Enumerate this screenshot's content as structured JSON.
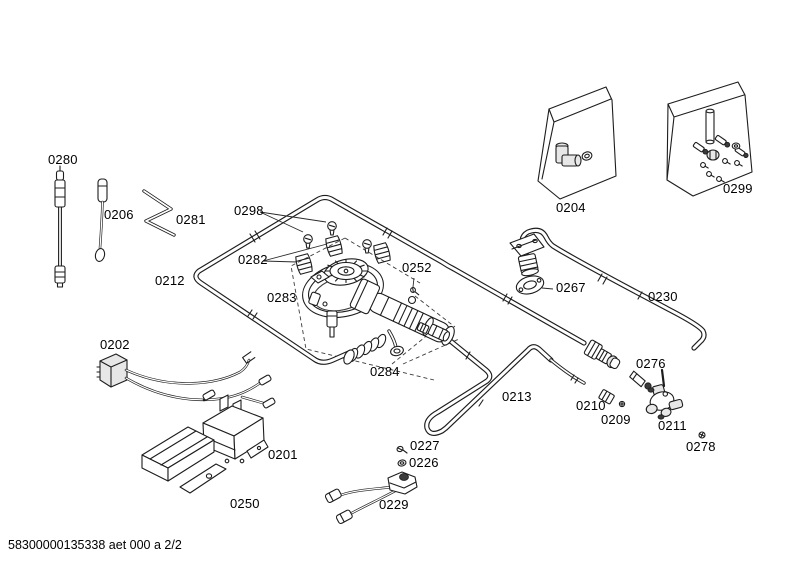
{
  "colors": {
    "background": "#ffffff",
    "line": "#1d1d1d",
    "text": "#000000"
  },
  "footer": {
    "doc_code": "58300000135338 aet 000 a 2/2"
  },
  "parts": {
    "p0201": {
      "label": "0201"
    },
    "p0202": {
      "label": "0202"
    },
    "p0204": {
      "label": "0204"
    },
    "p0206": {
      "label": "0206"
    },
    "p0209": {
      "label": "0209"
    },
    "p0210": {
      "label": "0210"
    },
    "p0211": {
      "label": "0211"
    },
    "p0212": {
      "label": "0212"
    },
    "p0213": {
      "label": "0213"
    },
    "p0226": {
      "label": "0226"
    },
    "p0227": {
      "label": "0227"
    },
    "p0229": {
      "label": "0229"
    },
    "p0230": {
      "label": "0230"
    },
    "p0250": {
      "label": "0250"
    },
    "p0252": {
      "label": "0252"
    },
    "p0267": {
      "label": "0267"
    },
    "p0276": {
      "label": "0276"
    },
    "p0278": {
      "label": "0278"
    },
    "p0280": {
      "label": "0280"
    },
    "p0281": {
      "label": "0281"
    },
    "p0282": {
      "label": "0282"
    },
    "p0283": {
      "label": "0283"
    },
    "p0284": {
      "label": "0284"
    },
    "p0298": {
      "label": "0298"
    },
    "p0299": {
      "label": "0299"
    }
  }
}
